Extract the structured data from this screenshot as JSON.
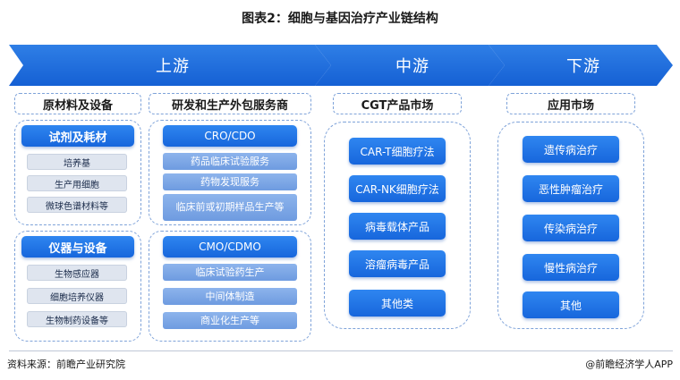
{
  "title": "图表2：细胞与基因治疗产业链结构",
  "stages": {
    "upstream": "上游",
    "midstream": "中游",
    "downstream": "下游"
  },
  "upstream": {
    "raw_materials": {
      "header": "原材料及设备",
      "reagents": {
        "label": "试剂及耗材",
        "items": [
          "培养基",
          "生产用细胞",
          "微球色谱材料等"
        ]
      },
      "instruments": {
        "label": "仪器与设备",
        "items": [
          "生物感应器",
          "细胞培养仪器",
          "生物制药设备等"
        ]
      }
    },
    "outsourcing": {
      "header": "研发和生产外包服务商",
      "cro": {
        "label": "CRO/CDO",
        "items": [
          "药品临床试验服务",
          "药物发现服务",
          "临床前或初期样品生产等"
        ]
      },
      "cmo": {
        "label": "CMO/CDMO",
        "items": [
          "临床试验药生产",
          "中间体制造",
          "商业化生产等"
        ]
      }
    }
  },
  "midstream": {
    "header": "CGT产品市场",
    "items": [
      "CAR-T细胞疗法",
      "CAR-NK细胞疗法",
      "病毒载体产品",
      "溶瘤病毒产品",
      "其他类"
    ]
  },
  "downstream": {
    "header": "应用市场",
    "items": [
      "遗传病治疗",
      "恶性肿瘤治疗",
      "传染病治疗",
      "慢性病治疗",
      "其他"
    ]
  },
  "footer": {
    "source": "资料来源：前瞻产业研究院",
    "credit": "@前瞻经济学人APP"
  },
  "colors": {
    "primary_blue": "#1766dc",
    "light_blue": "#7aa6e6",
    "grey_item": "#dfe5ef",
    "dashed_border": "#7fa3d9"
  }
}
